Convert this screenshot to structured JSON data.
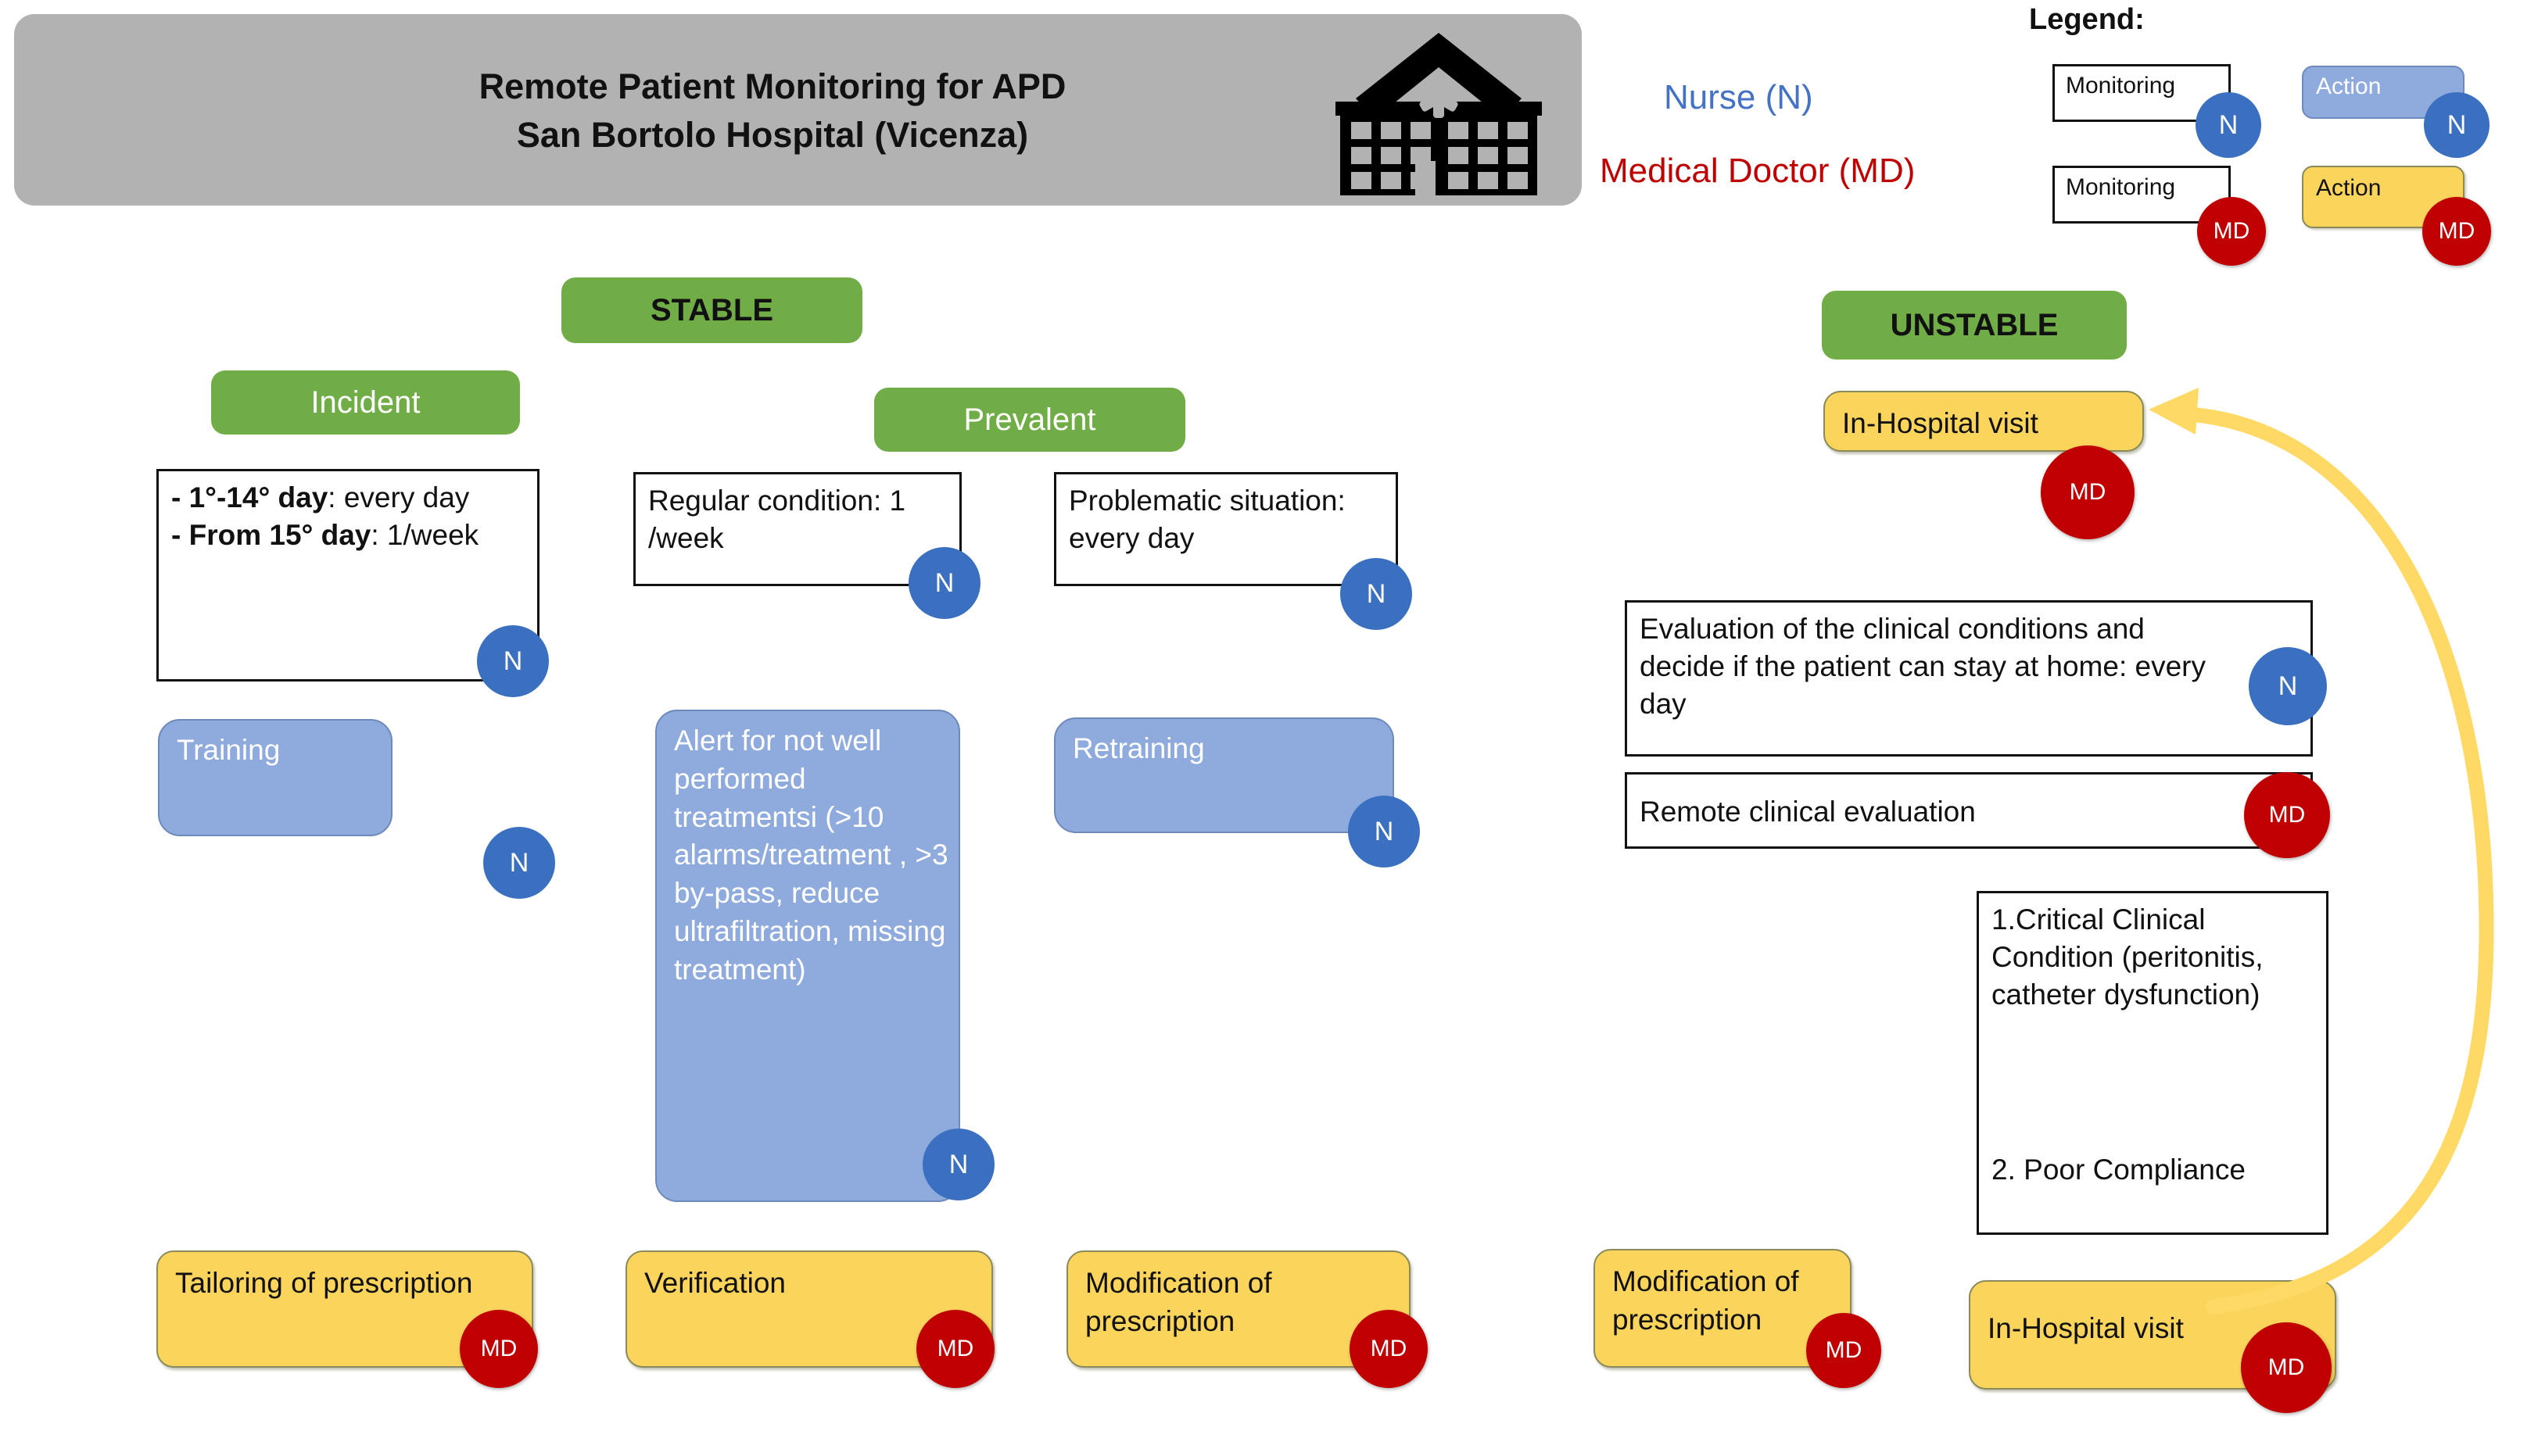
{
  "header": {
    "title_line1": "Remote Patient Monitoring  for APD",
    "title_line2": "San Bortolo Hospital  (Vicenza)",
    "icon": "hospital-icon",
    "background_color": "#b2b2b2"
  },
  "legend": {
    "title": "Legend:",
    "rows": [
      {
        "role_label": "Nurse (N)",
        "role_color": "#4472c4",
        "monitoring_label": "Monitoring",
        "action_label": "Action",
        "badge": "N",
        "badge_color": "#3b6fc0",
        "action_color": "#8faadc"
      },
      {
        "role_label": "Medical Doctor (MD)",
        "role_color": "#c00000",
        "monitoring_label": "Monitoring",
        "action_label": "Action",
        "badge": "MD",
        "badge_color": "#c00000",
        "action_color": "#fbd45c"
      }
    ]
  },
  "stable": {
    "heading": "STABLE",
    "heading_color": "#70ad47",
    "incident": {
      "label": "Incident",
      "monitoring": {
        "line1_bold": "- 1°-14° day",
        "line1_rest": ": every day",
        "line2_bold": "- From 15° day",
        "line2_rest": ": 1/week",
        "badge": "N"
      },
      "action_blue": {
        "label": "Training",
        "badge": "N"
      },
      "action_yellow": {
        "label": "Tailoring of prescription",
        "badge": "MD"
      }
    },
    "prevalent": {
      "label": "Prevalent",
      "monitoring_regular": {
        "text": "Regular condition: 1 /week",
        "badge": "N"
      },
      "monitoring_problematic": {
        "text": "Problematic situation: every day",
        "badge": "N"
      },
      "action_alert": {
        "label": "Alert for not well performed treatmentsi (>10 alarms/treatment , >3 by-pass, reduce ultrafiltration, missing treatment)",
        "badge": "N"
      },
      "action_retraining": {
        "label": "Retraining",
        "badge": "N"
      },
      "action_verification": {
        "label": "Verification",
        "badge": "MD"
      },
      "action_modification": {
        "label": "Modification of prescription",
        "badge": "MD"
      }
    }
  },
  "unstable": {
    "heading": "UNSTABLE",
    "heading_color": "#70ad47",
    "in_hospital_visit_top": {
      "label": "In-Hospital visit",
      "badge": "MD"
    },
    "evaluation": {
      "text": "Evaluation of the clinical conditions and decide if the patient can stay at home: every day",
      "badge": "N"
    },
    "remote_evaluation": {
      "text": "Remote clinical evaluation",
      "badge": "MD"
    },
    "criteria": {
      "item1": "1.Critical Clinical Condition (peritonitis, catheter dysfunction)",
      "item2": "2.  Poor Compliance"
    },
    "modification": {
      "label": "Modification of prescription",
      "badge": "MD"
    },
    "in_hospital_visit_bottom": {
      "label": "In-Hospital visit",
      "badge": "MD"
    },
    "feedback_arrow_color": "#ffd966"
  }
}
